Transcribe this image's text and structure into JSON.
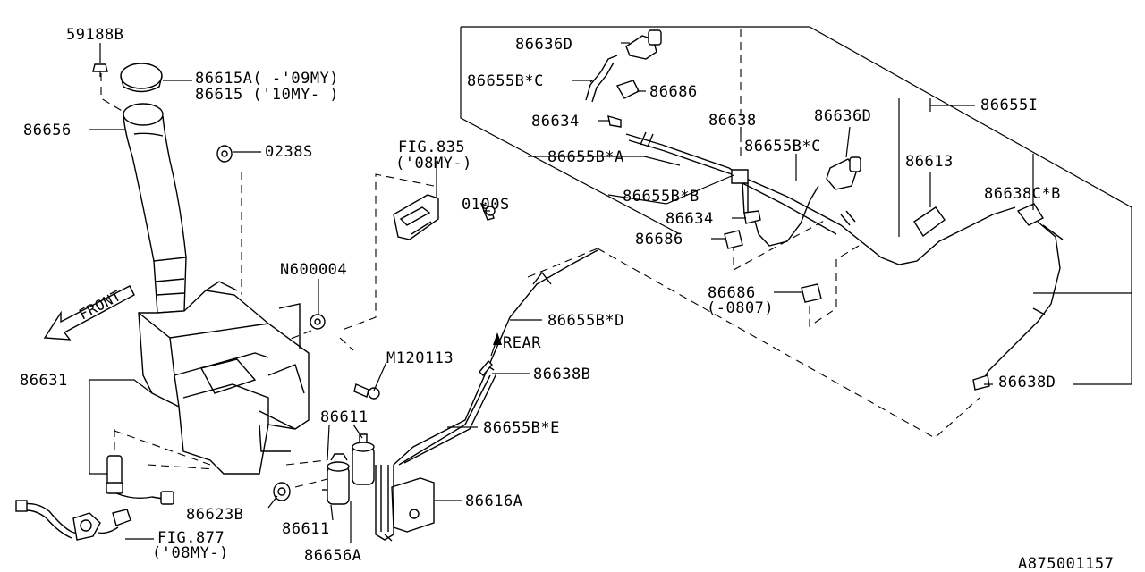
{
  "diagram_code": "A875001157",
  "labels": {
    "p59188B": "59188B",
    "p86615A": "86615A( -'09MY)",
    "p86615": "86615 ('10MY- )",
    "p86656": "86656",
    "p0238S": "0238S",
    "fig835": "FIG.835",
    "fig835_note": "('08MY-)",
    "p0100S": "0100S",
    "pN600004": "N600004",
    "pM120113": "M120113",
    "p86631": "86631",
    "p86611a": "86611",
    "p86611b": "86611",
    "p86623B": "86623B",
    "p86656A": "86656A",
    "fig877": "FIG.877",
    "fig877_note": "('08MY-)",
    "p86616A": "86616A",
    "p86655BE": "86655B*E",
    "p86638B": "86638B",
    "rear": "REAR",
    "p86655BD": "86655B*D",
    "p86636D_top": "86636D",
    "p86655BC_left": "86655B*C",
    "p86686_top": "86686",
    "p86634_top": "86634",
    "p86638": "86638",
    "p86636D_right": "86636D",
    "p86655BC_right": "86655B*C",
    "p86655BA": "86655B*A",
    "p86655BB": "86655B*B",
    "p86634_mid": "86634",
    "p86686_mid": "86686",
    "p86686_low": "86686",
    "p86686_low_note": "(-0807)",
    "p86655I": "86655I",
    "p86613": "86613",
    "p86638CB": "86638C*B",
    "p86638D": "86638D",
    "front": "FRONT"
  }
}
